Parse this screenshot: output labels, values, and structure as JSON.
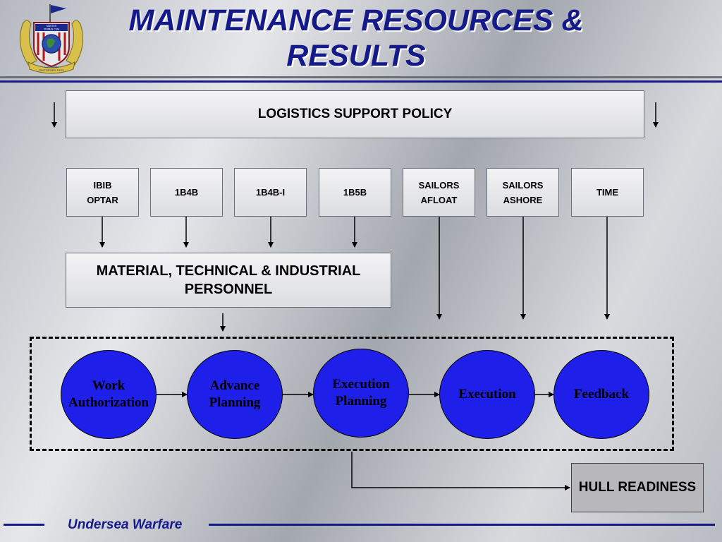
{
  "title_line1": "MAINTENANCE RESOURCES &",
  "title_line2": "RESULTS",
  "logo_text": [
    "MASTER",
    "PRIMUS CUM",
    "Commander",
    "Naval Submarine Forces"
  ],
  "policy_label": "LOGISTICS SUPPORT POLICY",
  "inputs": [
    {
      "line1": "IBIB",
      "line2": "OPTAR"
    },
    {
      "line1": "1B4B",
      "line2": ""
    },
    {
      "line1": "1B4B-I",
      "line2": ""
    },
    {
      "line1": "1B5B",
      "line2": ""
    },
    {
      "line1": "SAILORS",
      "line2": "AFLOAT"
    },
    {
      "line1": "SAILORS",
      "line2": "ASHORE"
    },
    {
      "line1": "TIME",
      "line2": ""
    }
  ],
  "personnel": {
    "line1": "MATERIAL, TECHNICAL & INDUSTRIAL",
    "line2": "PERSONNEL"
  },
  "process_steps": [
    {
      "line1": "Work",
      "line2": "Authorization"
    },
    {
      "line1": "Advance",
      "line2": "Planning"
    },
    {
      "line1": "Execution",
      "line2": "Planning"
    },
    {
      "line1": "Execution",
      "line2": ""
    },
    {
      "line1": "Feedback",
      "line2": ""
    }
  ],
  "result_label": "HULL READINESS",
  "footer_label": "Undersea Warfare",
  "colors": {
    "title_blue": "#151a8a",
    "circle_fill": "#1f1fea",
    "rule_gray": "#6b6f78",
    "hull_fill": "#b8b8bc"
  }
}
